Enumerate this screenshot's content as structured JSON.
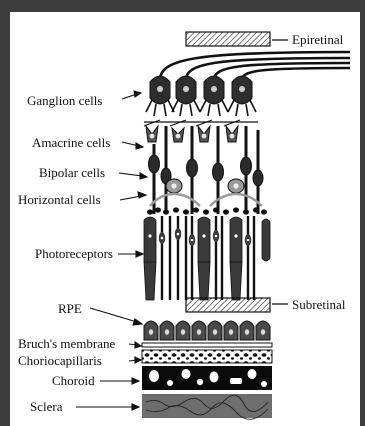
{
  "diagram": {
    "labels": {
      "epiretinal": "Epiretinal",
      "ganglion": "Ganglion cells",
      "amacrine": "Amacrine cells",
      "bipolar": "Bipolar cells",
      "horizontal": "Horizontal cells",
      "photoreceptors": "Photoreceptors",
      "subretinal": "Subretinal",
      "rpe": "RPE",
      "bruchs": "Bruch's membrane",
      "choriocapillaris": "Choriocapillaris",
      "choroid": "Choroid",
      "sclera": "Sclera"
    },
    "colors": {
      "ink": "#111111",
      "cell_fill": "#3a3a3a",
      "cell_light": "#9a9a9a",
      "choroid_fill": "#0a0a0a",
      "sclera_fill": "#6e6e6e",
      "rpe_fill": "#4a4a4a",
      "hatch": "#222222"
    }
  }
}
